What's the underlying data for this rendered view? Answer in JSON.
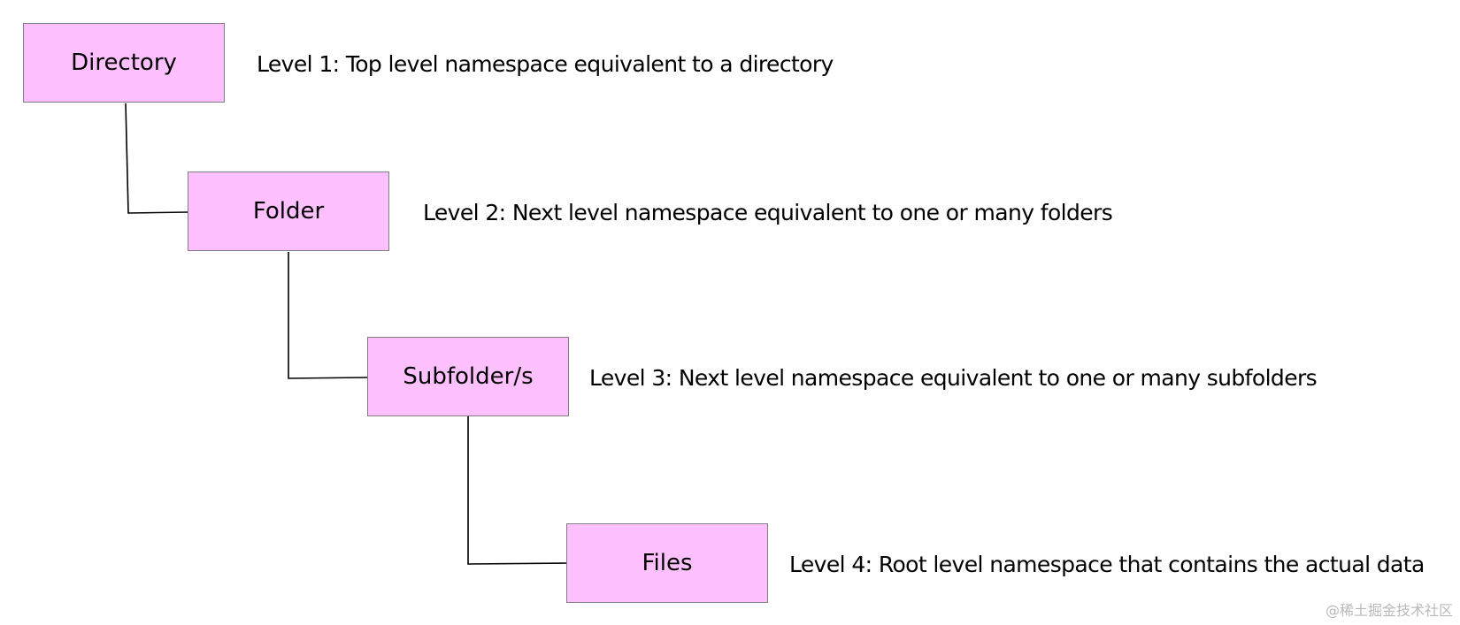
{
  "nodes": [
    {
      "label": "Directory",
      "description": "Level 1: Top level namespace equivalent to a directory"
    },
    {
      "label": "Folder",
      "description": "Level 2: Next level namespace equivalent to one or many folders"
    },
    {
      "label": "Subfolder/s",
      "description": "Level 3: Next level namespace equivalent to one or many subfolders"
    },
    {
      "label": "Files",
      "description": "Level 4: Root level namespace that contains the actual data"
    }
  ],
  "watermark": "@稀土掘金技术社区",
  "colors": {
    "node_fill": "#fec0fe",
    "node_border": "#7f7f7f",
    "connector": "#000000",
    "text": "#000000"
  }
}
